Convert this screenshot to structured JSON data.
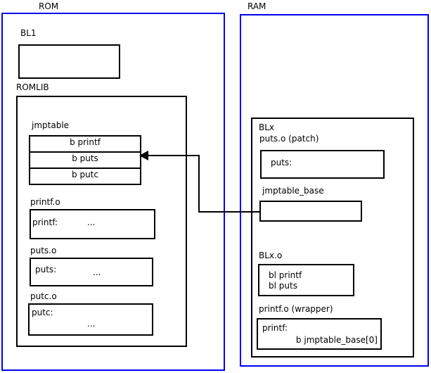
{
  "diagram": {
    "colors": {
      "frame_blue": "#0000f0",
      "box_black": "#000000",
      "background": "#ffffff"
    },
    "rom": {
      "title": "ROM",
      "bl1_label": "BL1",
      "romlib_label": "ROMLIB",
      "jmptable": {
        "label": "jmptable",
        "rows": [
          "b printf",
          "b puts",
          "b putc"
        ]
      },
      "objects": [
        {
          "label": "printf.o",
          "symbol": "printf:",
          "ellipsis": "..."
        },
        {
          "label": "puts.o",
          "symbol": "puts:",
          "ellipsis": "..."
        },
        {
          "label": "putc.o",
          "symbol": "putc:",
          "ellipsis": "..."
        }
      ]
    },
    "ram": {
      "title": "RAM",
      "blx_label": "BLx",
      "puts_patch": {
        "label": "puts.o (patch)",
        "symbol": "puts:"
      },
      "jmptable_base_label": "jmptable_base",
      "blx_o": {
        "label": "BLx.o",
        "lines": [
          "bl printf",
          "bl puts"
        ]
      },
      "printf_wrapper": {
        "label": "printf.o (wrapper)",
        "symbol": "printf:",
        "instruction": "b jmptable_base[0]"
      }
    },
    "arrow": {
      "meaning": "jmptable_base points to ROM jmptable entry 'b puts'"
    }
  }
}
